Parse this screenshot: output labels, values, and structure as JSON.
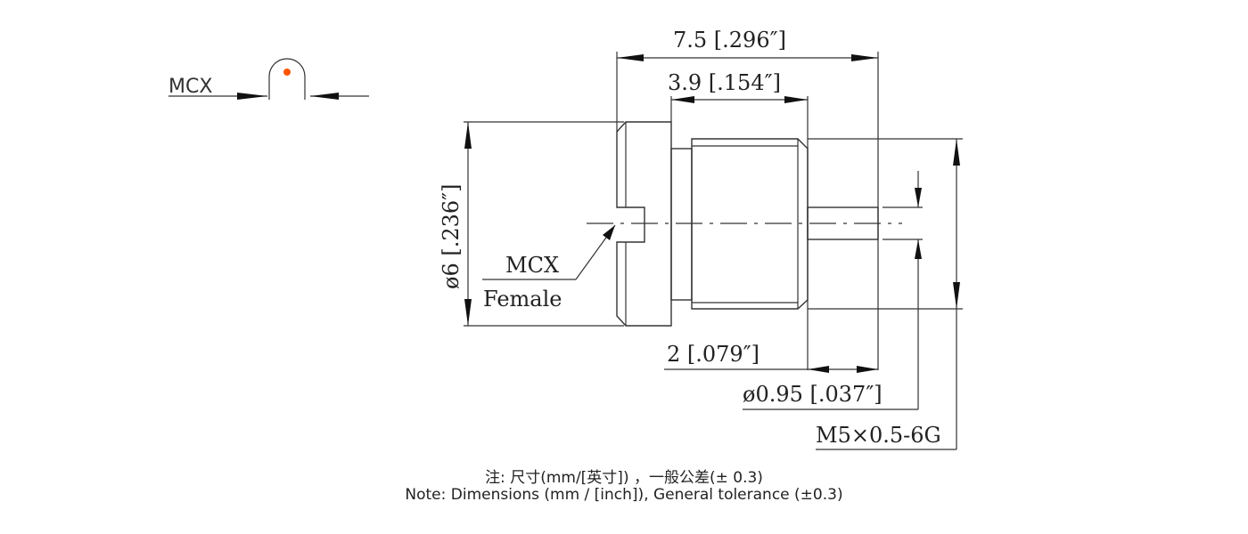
{
  "symbol": {
    "label": "MCX",
    "dot_color": "#ff5500"
  },
  "dimensions": {
    "overall_length": "7.5 [.296″]",
    "thread_length": "3.9 [.154″]",
    "diameter": "ø6 [.236″]",
    "pin_length": "2 [.079″]",
    "pin_diameter": "ø0.95 [.037″]",
    "thread_spec": "M5×0.5-6G"
  },
  "callout": {
    "line1": "MCX",
    "line2": "Female"
  },
  "notes": {
    "chinese": "注: 尺寸(mm/[英寸]) ，一般公差(± 0.3)",
    "english": "Note: Dimensions (mm / [inch]), General tolerance (±0.3)"
  }
}
